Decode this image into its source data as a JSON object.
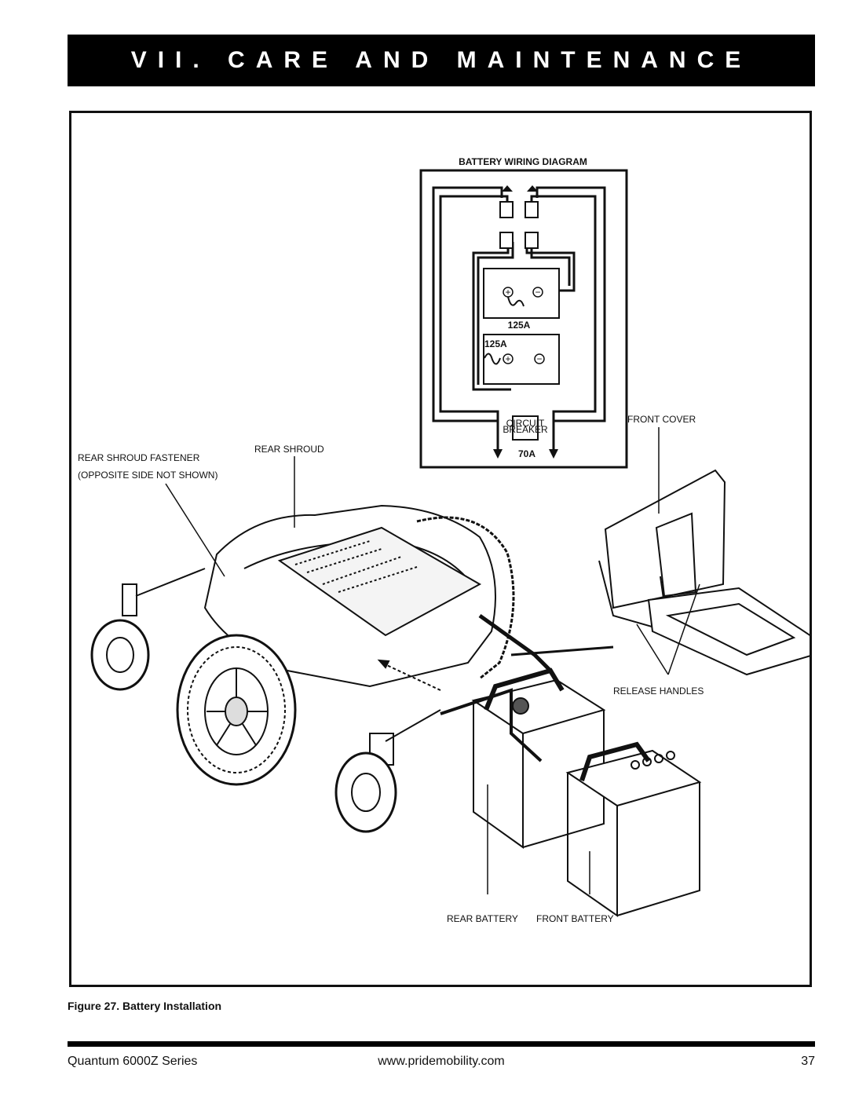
{
  "header": {
    "title": "VII. CARE AND MAINTENANCE"
  },
  "figure": {
    "caption": "Figure 27. Battery Installation",
    "wiring_diagram": {
      "title": "BATTERY WIRING DIAGRAM",
      "upper_fuse": "125A",
      "lower_fuse": "125A",
      "breaker_line1": "CIRCUIT",
      "breaker_line2": "BREAKER",
      "breaker_rating": "70A",
      "plus_symbol": "+",
      "minus_symbol": "−"
    },
    "labels": {
      "front_cover": "FRONT COVER",
      "rear_shroud": "REAR SHROUD",
      "rear_shroud_fastener": "REAR SHROUD FASTENER",
      "opposite_side": "(OPPOSITE SIDE NOT SHOWN)",
      "release_handles": "RELEASE HANDLES",
      "rear_battery": "REAR BATTERY",
      "front_battery": "FRONT BATTERY"
    }
  },
  "footer": {
    "product": "Quantum 6000Z Series",
    "website": "www.pridemobility.com",
    "page_number": "37"
  }
}
